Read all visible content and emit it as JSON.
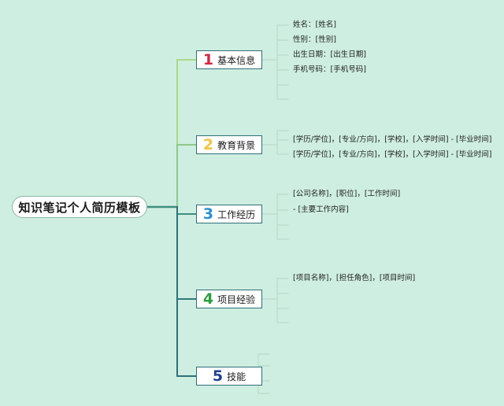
{
  "root": {
    "title": "知识笔记个人简历模板"
  },
  "branches": [
    {
      "num": "1",
      "label": "基本信息",
      "color": "#d7263d",
      "leaves": [
        "姓名：[姓名]",
        "性别：[性别]",
        "出生日期：[出生日期]",
        "手机号码：[手机号码]",
        "",
        ""
      ]
    },
    {
      "num": "2",
      "label": "教育背景",
      "color": "#f4c542",
      "leaves": [
        "[学历/学位]，[专业/方向]，[学校]，[入学时间] - [毕业时间]",
        "[学历/学位]，[专业/方向]，[学校]，[入学时间] - [毕业时间]"
      ]
    },
    {
      "num": "3",
      "label": "工作经历",
      "color": "#2a8fd6",
      "leaves": [
        "[公司名称]，[职位]，[工作时间]",
        "- [主要工作内容]",
        "",
        ""
      ]
    },
    {
      "num": "4",
      "label": "项目经验",
      "color": "#2e9e3e",
      "leaves": [
        "[项目名称]，[担任角色]，[项目时间]",
        "",
        "",
        ""
      ]
    },
    {
      "num": "5",
      "label": "技能",
      "color": "#1f3f8f",
      "leaves": [
        "",
        "",
        "",
        ""
      ]
    }
  ],
  "colors": {
    "background": "#cdeee0",
    "trunk_top": "#a9d886",
    "trunk_bottom": "#2f7a78",
    "leaf_line": "#b9dcc8"
  }
}
